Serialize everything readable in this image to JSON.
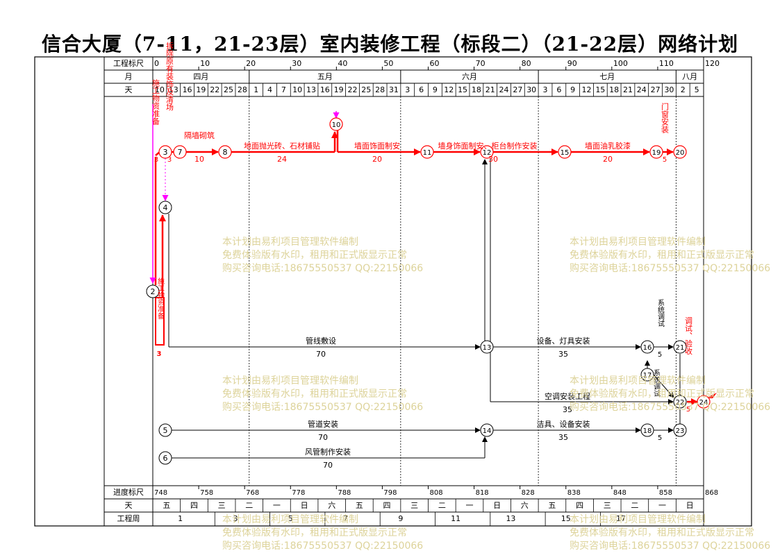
{
  "title": "信合大厦（7-11，21-23层）室内装修工程（标段二）（21-22层）网络计划",
  "header": {
    "scale_label": "工程标尺",
    "month_label": "月",
    "day_label": "天",
    "scale_ticks": [
      "0",
      "10",
      "20",
      "30",
      "40",
      "50",
      "60",
      "70",
      "80",
      "90",
      "100",
      "110",
      "120"
    ],
    "months": [
      "四月",
      "五月",
      "六月",
      "七月",
      "八月"
    ],
    "days": [
      "10",
      "13",
      "16",
      "19",
      "22",
      "25",
      "28",
      "1",
      "4",
      "7",
      "10",
      "13",
      "16",
      "19",
      "22",
      "25",
      "28",
      "31",
      "3",
      "6",
      "9",
      "12",
      "15",
      "18",
      "21",
      "24",
      "27",
      "30",
      "3",
      "6",
      "9",
      "12",
      "15",
      "18",
      "21",
      "24",
      "27",
      "30",
      "2",
      "5"
    ]
  },
  "footer": {
    "progress_label": "进度标尺",
    "day_label": "天",
    "week_label": "工程周",
    "progress_ticks": [
      "748",
      "758",
      "768",
      "778",
      "788",
      "798",
      "808",
      "818",
      "828",
      "838",
      "848",
      "858",
      "868"
    ],
    "weekdays": [
      "五",
      "四",
      "三",
      "二",
      "一",
      "日",
      "六",
      "五",
      "四",
      "三",
      "二",
      "一",
      "日",
      "六",
      "五",
      "四",
      "三",
      "二",
      "一",
      "日"
    ],
    "weeks": [
      "1",
      "3",
      "5",
      "7",
      "9",
      "11",
      "13",
      "15",
      "17"
    ]
  },
  "nodes": [
    "2",
    "3",
    "4",
    "5",
    "6",
    "7",
    "8",
    "10",
    "11",
    "12",
    "13",
    "14",
    "15",
    "16",
    "17",
    "18",
    "19",
    "20",
    "21",
    "22",
    "23",
    "24"
  ],
  "activities": [
    {
      "name": "施工物资准备",
      "dur": "3"
    },
    {
      "name": "拆除原有装饰及清场",
      "dur": "3"
    },
    {
      "name": "隔墙砌筑",
      "dur": "10"
    },
    {
      "name": "地面抛光砖、石材铺贴",
      "dur": "24"
    },
    {
      "name": "墙面饰面制安",
      "dur": "20"
    },
    {
      "name": "墙身饰面制安、柜台制作安装",
      "dur": "30"
    },
    {
      "name": "墙面油乳胶漆",
      "dur": "20"
    },
    {
      "name": "门窗安装",
      "dur": "5"
    },
    {
      "name": "施工物资准备",
      "dur": "3"
    },
    {
      "name": "管线敷设",
      "dur": "70"
    },
    {
      "name": "设备、灯具安装",
      "dur": "35"
    },
    {
      "name": "系统调试",
      "dur": "5"
    },
    {
      "name": "空调安装工程",
      "dur": "35"
    },
    {
      "name": "系统调试",
      "dur": "5"
    },
    {
      "name": "管道安装",
      "dur": "70"
    },
    {
      "name": "洁具、设备安装",
      "dur": "35"
    },
    {
      "name": "风管制作安装",
      "dur": "70"
    },
    {
      "name": "调试、验收",
      "dur": "5"
    }
  ],
  "watermark": {
    "line1": "本计划由易利项目管理软件编制",
    "line2": "免费体验版有水印，租用和正式版显示正常",
    "line3": "购买咨询电话:18675550537 QQ:22150066"
  },
  "colors": {
    "critical": "#ff0000",
    "normal": "#000000",
    "magenta": "#ff00ff",
    "watermark": "#ddd39a"
  }
}
